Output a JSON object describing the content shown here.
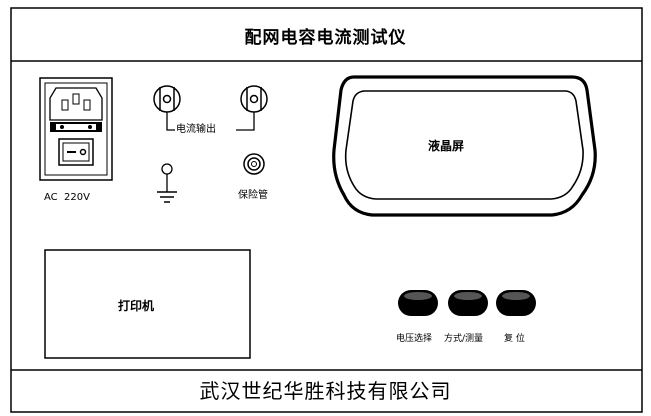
{
  "header": {
    "title": "配网电容电流测试仪"
  },
  "power_inlet": {
    "label": "AC  220V"
  },
  "current_output": {
    "label": "电流输出"
  },
  "fuse": {
    "label": "保险管"
  },
  "lcd": {
    "label": "液晶屏"
  },
  "printer": {
    "label": "打印机"
  },
  "buttons": [
    {
      "label": "电压选择"
    },
    {
      "label": "方式/测量"
    },
    {
      "label": "复 位"
    }
  ],
  "footer": {
    "company": "武汉世纪华胜科技有限公司"
  }
}
